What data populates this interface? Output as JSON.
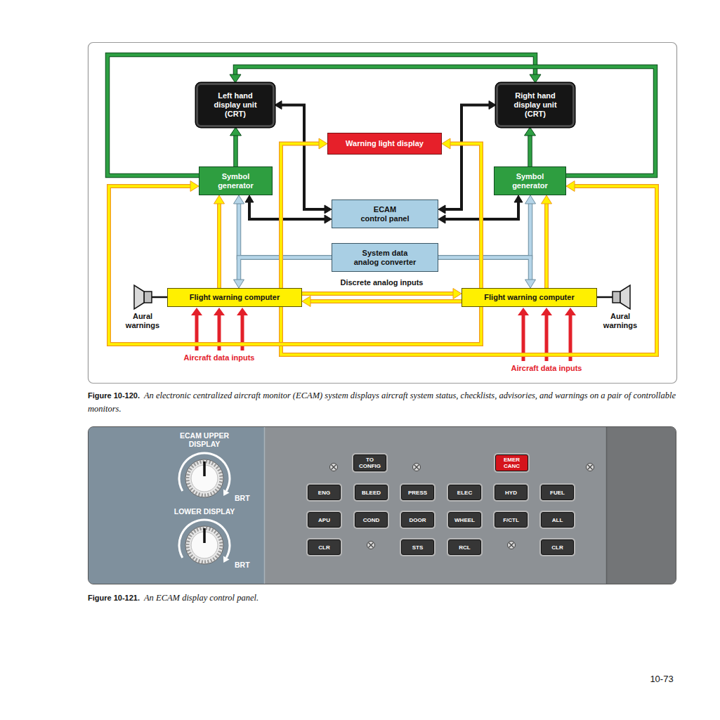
{
  "diagram": {
    "nodes": [
      {
        "text": [
          "Left hand display unit (CRT)"
        ]
      },
      {
        "text": [
          "Right hand display unit (CRT)"
        ]
      },
      {
        "text": [
          "Warning light display"
        ]
      },
      {
        "text": [
          "Symbol generator"
        ]
      },
      {
        "text": [
          "Symbol generator"
        ]
      },
      {
        "text": [
          "ECAM control panel"
        ]
      },
      {
        "text": [
          "System data analog converter"
        ]
      },
      {
        "text": [
          "Flight warning computer"
        ]
      },
      {
        "text": [
          "Flight warning computer"
        ]
      },
      {
        "text": [
          "ECAM UPPER DISPLAY",
          "BRT",
          "LOWER DISPLAY",
          "BRT"
        ]
      },
      {
        "text": [
          "TO CONFIG"
        ],
        "in": 9
      },
      {
        "text": [
          "EMER CANC"
        ],
        "in": 9
      },
      {
        "text": [
          "ENG"
        ],
        "in": 9
      },
      {
        "text": [
          "BLEED"
        ],
        "in": 9
      },
      {
        "text": [
          "PRESS"
        ],
        "in": 9
      },
      {
        "text": [
          "ELEC"
        ],
        "in": 9
      },
      {
        "text": [
          "HYD"
        ],
        "in": 9
      },
      {
        "text": [
          "FUEL"
        ],
        "in": 9
      },
      {
        "text": [
          "APU"
        ],
        "in": 9
      },
      {
        "text": [
          "COND"
        ],
        "in": 9
      },
      {
        "text": [
          "DOOR"
        ],
        "in": 9
      },
      {
        "text": [
          "WHEEL"
        ],
        "in": 9
      },
      {
        "text": [
          "F/CTL"
        ],
        "in": 9
      },
      {
        "text": [
          "ALL"
        ],
        "in": 9
      },
      {
        "text": [
          "CLR"
        ],
        "in": 9
      },
      {
        "text": [
          "STS"
        ],
        "in": 9
      },
      {
        "text": [
          "RCL"
        ],
        "in": 9
      },
      {
        "text": [
          "CLR"
        ],
        "in": 9
      }
    ],
    "edges": [
      {
        "from": 3,
        "to": 0,
        "arrow": "to"
      },
      {
        "from": 4,
        "to": 1,
        "arrow": "to"
      },
      {
        "from": 3,
        "to": 1,
        "arrow": "to"
      },
      {
        "from": 4,
        "to": 0,
        "arrow": "to"
      },
      {
        "from": 5,
        "to": 0,
        "arrow": "both"
      },
      {
        "from": 5,
        "to": 1,
        "arrow": "both"
      },
      {
        "from": 5,
        "to": 3,
        "arrow": "both"
      },
      {
        "from": 5,
        "to": 4,
        "arrow": "both"
      },
      {
        "from": 6,
        "to": 3,
        "arrow": "to"
      },
      {
        "from": 6,
        "to": 7,
        "arrow": "to"
      },
      {
        "from": 6,
        "to": 4,
        "arrow": "to"
      },
      {
        "from": 6,
        "to": 8,
        "arrow": "to"
      },
      {
        "from": 7,
        "to": 3,
        "arrow": "to"
      },
      {
        "from": 8,
        "to": 4,
        "arrow": "to"
      },
      {
        "from": 7,
        "to": 2,
        "arrow": "to"
      },
      {
        "from": 7,
        "to": 4,
        "arrow": "to"
      },
      {
        "from": 8,
        "to": 2,
        "arrow": "to"
      },
      {
        "from": 8,
        "to": 3,
        "arrow": "to"
      },
      {
        "from": 7,
        "to": 8,
        "arrow": "to",
        "label": "Discrete analog inputs"
      },
      {
        "from": 8,
        "to": 7,
        "arrow": "to"
      }
    ],
    "labels": [
      "Aural warnings",
      "Aural warnings",
      "Aircraft data inputs",
      "Aircraft data inputs",
      "Figure 10-120.",
      "An electronic centralized aircraft monitor (ECAM) system displays aircraft system status, checklists, advisories, and warnings on a pair of controllable monitors.",
      "Figure 10-121.",
      "An ECAM display control panel.",
      "10-73"
    ]
  }
}
